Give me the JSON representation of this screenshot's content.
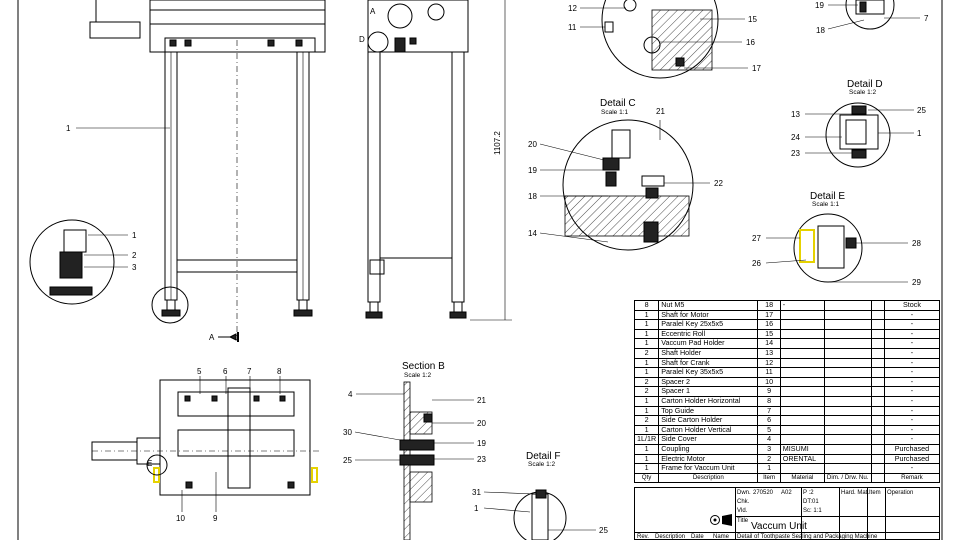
{
  "labels": {
    "front_view": {
      "part_1": "1",
      "part_1b": "1",
      "part_2": "2",
      "part_3": "3",
      "dimension_height": "1107.2",
      "section_marker": "A"
    },
    "side_view": {
      "marker_a": "A",
      "marker_d": "D"
    },
    "top_view": {
      "part_5": "5",
      "part_6": "6",
      "part_7": "7",
      "part_8": "8",
      "part_9": "9",
      "part_10": "10",
      "marker_e": "E"
    },
    "top_detail": {
      "part_12": "12",
      "part_11": "11",
      "part_15": "15",
      "part_16": "16",
      "part_17": "17"
    },
    "top_right_detail": {
      "part_19": "19",
      "part_7": "7",
      "part_18": "18"
    },
    "section_b": {
      "title": "Section B",
      "scale": "Scale 1:2",
      "part_4": "4",
      "part_21": "21",
      "part_30": "30",
      "part_20": "20",
      "part_19": "19",
      "part_25": "25",
      "part_23": "23"
    },
    "detail_c": {
      "title": "Detail C",
      "scale": "Scale 1:1",
      "part_21": "21",
      "part_20": "20",
      "part_19": "19",
      "part_18": "18",
      "part_22": "22",
      "part_14": "14"
    },
    "detail_d": {
      "title": "Detail D",
      "scale": "Scale 1:2",
      "part_13": "13",
      "part_25": "25",
      "part_24": "24",
      "part_1": "1",
      "part_23": "23"
    },
    "detail_e": {
      "title": "Detail E",
      "scale": "Scale 1:1",
      "part_27": "27",
      "part_28": "28",
      "part_26": "26",
      "part_29": "29"
    },
    "detail_f": {
      "title": "Detail F",
      "scale": "Scale 1:2",
      "part_31": "31",
      "part_1": "1",
      "part_25": "25"
    }
  },
  "bom": {
    "rows": [
      [
        "8",
        "Nut M5",
        "18",
        "-",
        "",
        "",
        "Stock"
      ],
      [
        "1",
        "Shaft for Motor",
        "17",
        "",
        "",
        "",
        "-"
      ],
      [
        "1",
        "Paralel Key 25x5x5",
        "16",
        "",
        "",
        "",
        "-"
      ],
      [
        "1",
        "Eccentric Roll",
        "15",
        "",
        "",
        "",
        "-"
      ],
      [
        "1",
        "Vaccum Pad Holder",
        "14",
        "",
        "",
        "",
        "-"
      ],
      [
        "2",
        "Shaft Holder",
        "13",
        "",
        "",
        "",
        "-"
      ],
      [
        "1",
        "Shaft for Crank",
        "12",
        "",
        "",
        "",
        "-"
      ],
      [
        "1",
        "Paralel Key 35x5x5",
        "11",
        "",
        "",
        "",
        "-"
      ],
      [
        "2",
        "Spacer 2",
        "10",
        "",
        "",
        "",
        "-"
      ],
      [
        "2",
        "Spacer 1",
        "9",
        "",
        "",
        "",
        "-"
      ],
      [
        "1",
        "Carton Holder Horizontal",
        "8",
        "",
        "",
        "",
        "-"
      ],
      [
        "1",
        "Top Guide",
        "7",
        "",
        "",
        "",
        "-"
      ],
      [
        "2",
        "Side Carton Holder",
        "6",
        "",
        "",
        "",
        "-"
      ],
      [
        "1",
        "Carton Holder Vertical",
        "5",
        "",
        "",
        "",
        "-"
      ],
      [
        "1L/1R",
        "Side Cover",
        "4",
        "",
        "",
        "",
        "-"
      ],
      [
        "1",
        "Coupling",
        "3",
        "MISUMI",
        "",
        "",
        "Purchased"
      ],
      [
        "1",
        "Electric Motor",
        "2",
        "ORENTAL",
        "",
        "",
        "Purchased"
      ],
      [
        "1",
        "Frame for Vaccum Unit",
        "1",
        "",
        "",
        "",
        "-"
      ]
    ],
    "header": [
      "Qty",
      "Description",
      "Item",
      "Material",
      "Dim. / Drw. Nu.",
      "",
      "Remark"
    ]
  },
  "title_block": {
    "dwn": "Dwn.",
    "dwn_date": "270520",
    "dwn_code": "A02",
    "chk": "Chk.",
    "vld": "Vld.",
    "title_label": "Title",
    "title": "Vaccum Unit",
    "subtitle": "Detail of Toothpaste Sealing and Packaging Machine",
    "hard_mat": "Hard. Mat.",
    "item": "Item",
    "operation": "Operation",
    "sheet_p": "P :2",
    "sheet_dt": "DT:01",
    "scale": "Sc: 1:1",
    "rev_headers": [
      "Rev.",
      "Description",
      "Date",
      "Name"
    ]
  }
}
